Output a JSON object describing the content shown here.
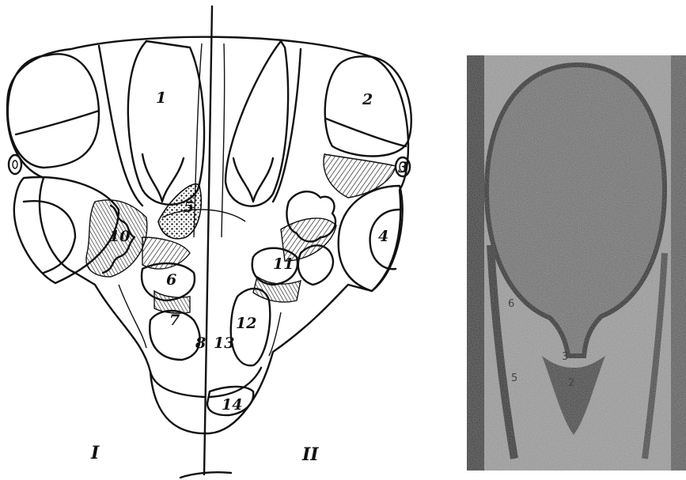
{
  "diagram": {
    "labels": {
      "n1": "1",
      "n2": "2",
      "n3": "3",
      "n4": "4",
      "n5": "5",
      "n6": "6",
      "n7": "7",
      "n8": "8",
      "n10": "10",
      "n11": "11",
      "n12": "12",
      "n13": "13",
      "n14": "14"
    },
    "halves": {
      "left": "I",
      "right": "II"
    }
  },
  "photo": {
    "labels": {
      "a": "6",
      "b": "5",
      "c": "3",
      "d": "2"
    }
  }
}
